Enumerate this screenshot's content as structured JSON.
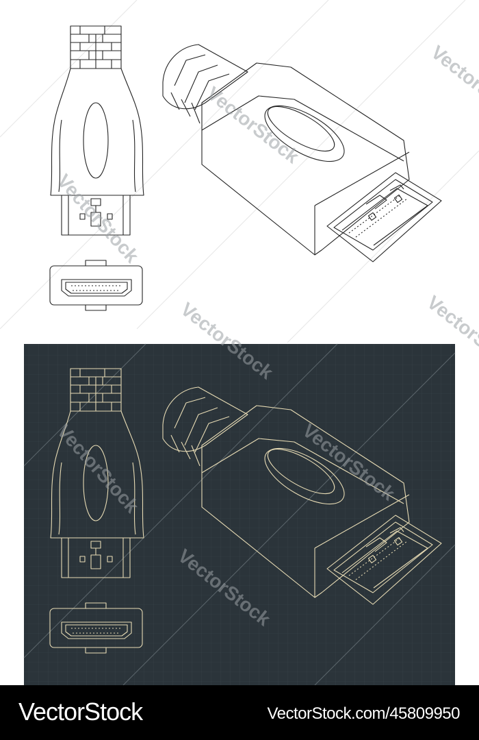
{
  "watermark": "VectorStock",
  "footer": {
    "brand": "VectorStock",
    "url": "VectorStock.com/45809950"
  },
  "colors": {
    "background": "#ffffff",
    "blueprint_panel": "#2b343a",
    "light_line": "#222222",
    "blueprint_line": "#e8dcb5",
    "footer": "#000000"
  },
  "drawings": [
    "hdmi-connector-front-view",
    "hdmi-connector-end-view",
    "hdmi-connector-isometric-view"
  ]
}
